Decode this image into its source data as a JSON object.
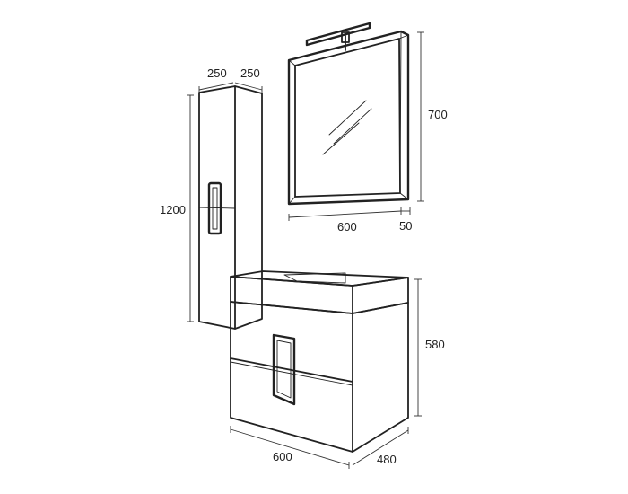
{
  "dimensions": {
    "column_depth": "250",
    "column_width": "250",
    "column_height": "1200",
    "mirror_height": "700",
    "mirror_width": "600",
    "mirror_depth": "50",
    "cabinet_height": "580",
    "cabinet_width": "600",
    "cabinet_depth": "480"
  },
  "colors": {
    "line": "#222222",
    "background": "#ffffff"
  }
}
